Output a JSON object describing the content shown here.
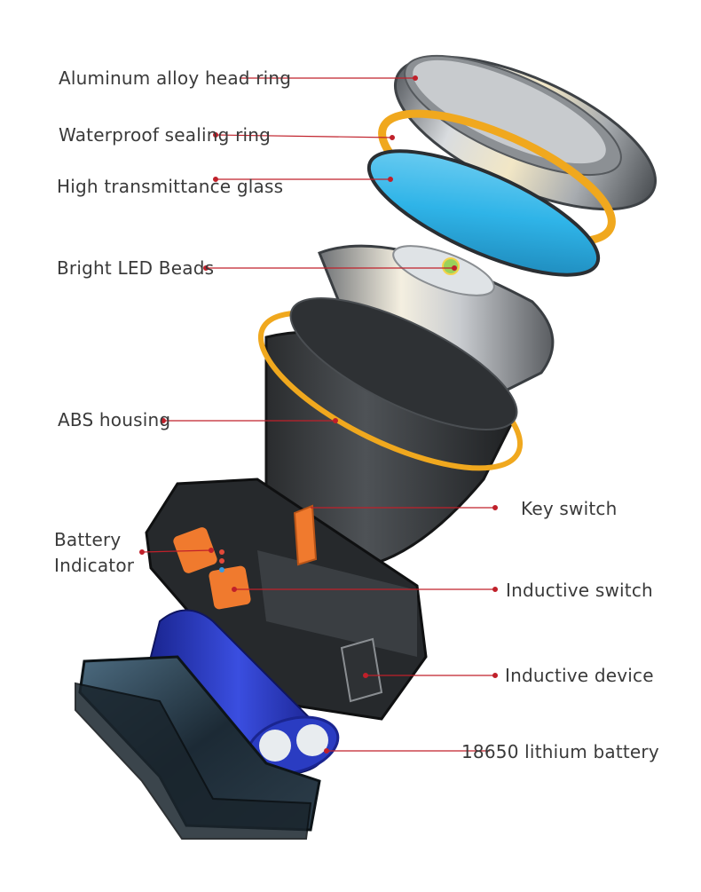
{
  "labels": {
    "head_ring": "Aluminum alloy head ring",
    "sealing_ring": "Waterproof sealing ring",
    "glass": "High transmittance glass",
    "led_beads": "Bright LED Beads",
    "housing": "ABS housing",
    "key_switch": "Key switch",
    "battery_indicator_line1": "Battery",
    "battery_indicator_line2": "Indicator",
    "inductive_switch": "Inductive switch",
    "inductive_device": "Inductive device",
    "battery": "18650 lithium battery"
  },
  "colors": {
    "leader_line": "#c0202a",
    "seal_ring": "#f0a81e",
    "glass": "#2fb4e8",
    "housing": "#3c3f42",
    "switch_orange": "#f07a2e",
    "battery_blue": "#2a3cc2",
    "steel": "#a9adb2"
  }
}
